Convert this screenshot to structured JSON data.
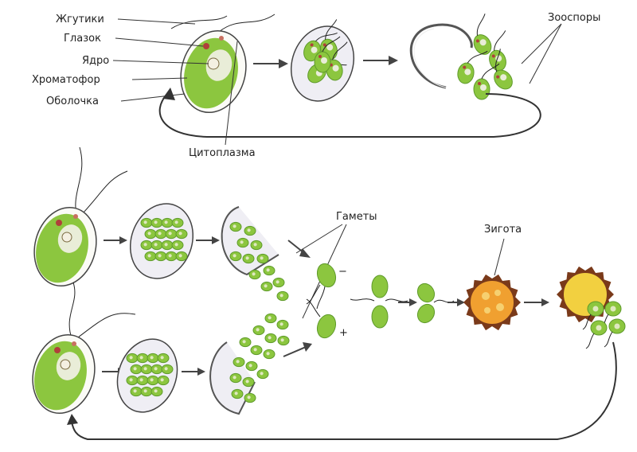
{
  "labels": {
    "flagella": "Жгутики",
    "eyespot": "Глазок",
    "nucleus": "Ядро",
    "chromatophore": "Хроматофор",
    "wall": "Оболочка",
    "cytoplasm": "Цитоплазма",
    "zoospores": "Зооспоры",
    "gametes": "Гаметы",
    "zygote": "Зигота",
    "plus": "+",
    "minus": "−"
  },
  "colors": {
    "cell_green": "#8cc63f",
    "cell_dark_green": "#5e9a2a",
    "wall_outline": "#444444",
    "sporangium_fill": "#efeef4",
    "eyespot_red": "#b0403a",
    "zygote_orange": "#f0a030",
    "zygote_wall": "#7a3a1a",
    "yellow_center": "#f2d040"
  }
}
